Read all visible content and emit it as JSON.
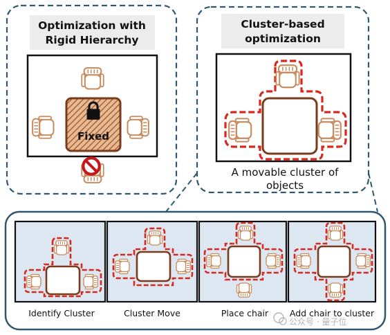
{
  "left_panel": {
    "title_line1": "Optimization with",
    "title_line2": "Rigid Hierarchy",
    "fixed_label": "Fixed"
  },
  "right_panel": {
    "title_line1": "Cluster-based",
    "title_line2": "optimization",
    "caption_line1": "A movable cluster of",
    "caption_line2": "objects"
  },
  "steps": [
    {
      "label": "Identify Cluster"
    },
    {
      "label": "Cluster Move"
    },
    {
      "label": "Place chair"
    },
    {
      "label": "Add chair to cluster"
    }
  ],
  "watermark": "公众号 · 量子位",
  "colors": {
    "panel_border": "#2e5870",
    "table_brown": "#7a3a1c",
    "chair_brown": "#c98a5e",
    "cluster_red": "#d42a1e",
    "step_bg": "#dce7f2"
  }
}
